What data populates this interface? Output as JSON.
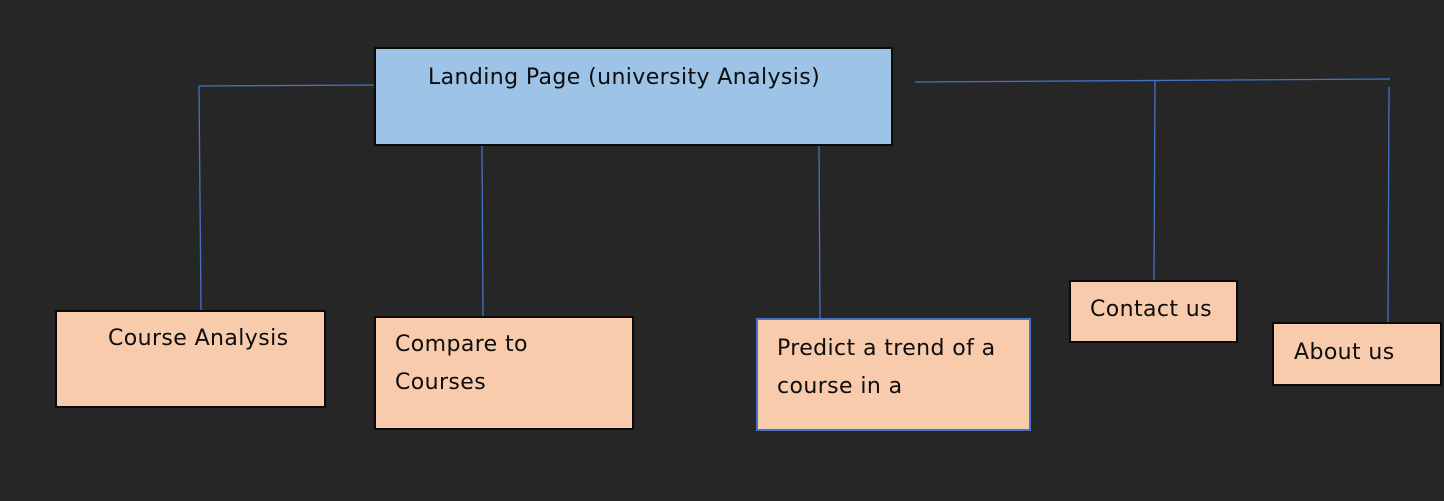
{
  "diagram": {
    "root": {
      "label": "Landing Page (university Analysis)"
    },
    "children": {
      "course_analysis": {
        "label": "Course Analysis"
      },
      "compare": {
        "line1": "Compare to",
        "line2": "Courses"
      },
      "predict": {
        "line1": "Predict a trend of a",
        "line2": "course in a"
      },
      "contact": {
        "label": "Contact us"
      },
      "about": {
        "label": "About us"
      }
    },
    "colors": {
      "background": "#262626",
      "root_fill": "#9dc3e6",
      "child_fill": "#f8cbad",
      "connector": "#4472c4",
      "highlight_border": "#4472c4"
    }
  }
}
